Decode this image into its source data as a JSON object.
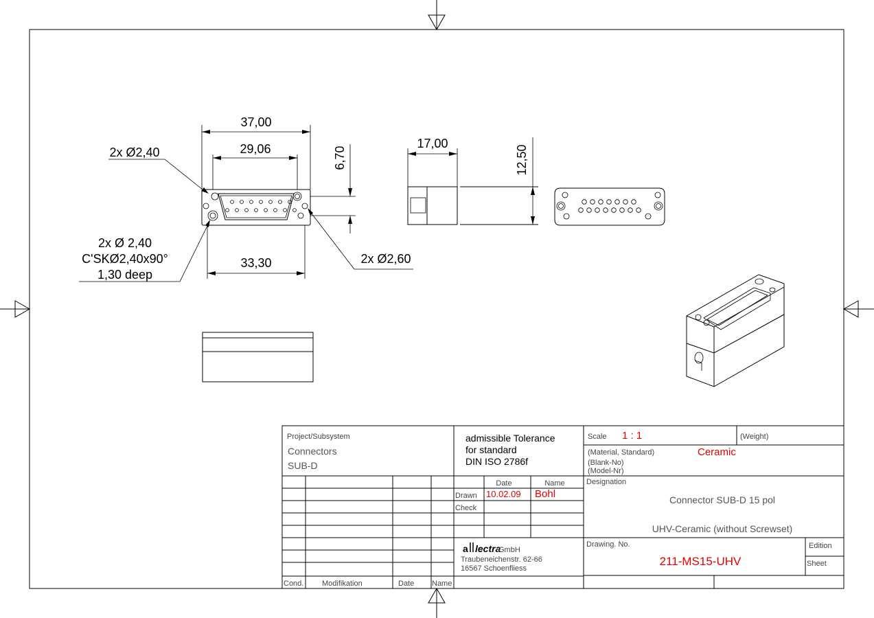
{
  "drawing_views": {
    "front": {
      "dims": {
        "overall_width": "37,00",
        "hole_spacing": "29,06",
        "bottom_width": "33,30",
        "offset_height": "6,70",
        "callout_left_top": "2x Ø2,40",
        "callout_left_bottom_1": "2x Ø 2,40",
        "callout_left_bottom_2": "C'SKØ2,40x90°",
        "callout_left_bottom_3": "1,30 deep",
        "callout_right": "2x Ø2,60"
      }
    },
    "side": {
      "dims": {
        "depth": "17,00",
        "height": "12,50"
      }
    }
  },
  "title_block": {
    "project_label": "Project/Subsystem",
    "project_line1": "Connectors",
    "project_line2": "SUB-D",
    "tolerance_line1": "admissible Tolerance",
    "tolerance_line2": "for standard",
    "tolerance_line3": "DIN ISO 2786f",
    "scale_label": "Scale",
    "scale_value": "1 : 1",
    "weight_label": "(Weight)",
    "material_label": "(Material, Standard)",
    "material_value": "Ceramic",
    "blank_label": "(Blank-No)",
    "model_label": "(Model-Nr)",
    "designation_label": "Designation",
    "designation_line1": "Connector SUB-D 15 pol",
    "designation_line2": "UHV-Ceramic (without Screwset)",
    "date_header": "Date",
    "name_header": "Name",
    "drawn_label": "Drawn",
    "drawn_date": "10.02.09",
    "drawn_name": "Bohl",
    "check_label": "Check",
    "company_prefix_a": "a",
    "company_prefix_rest": "lectra",
    "company_suffix": "GmbH",
    "street": "Traubeneichenstr. 62-66",
    "city": "16567 Schoenfliess",
    "drawing_no_label": "Drawing. No.",
    "drawing_no": "211-MS15-UHV",
    "edition_label": "Edition",
    "sheet_label": "Sheet",
    "cond_label": "Cond.",
    "modifikation_label": "Modifikation",
    "date_label": "Date",
    "name_label": "Name"
  },
  "colors": {
    "annotation_red": "#e00000",
    "line": "#000000"
  }
}
